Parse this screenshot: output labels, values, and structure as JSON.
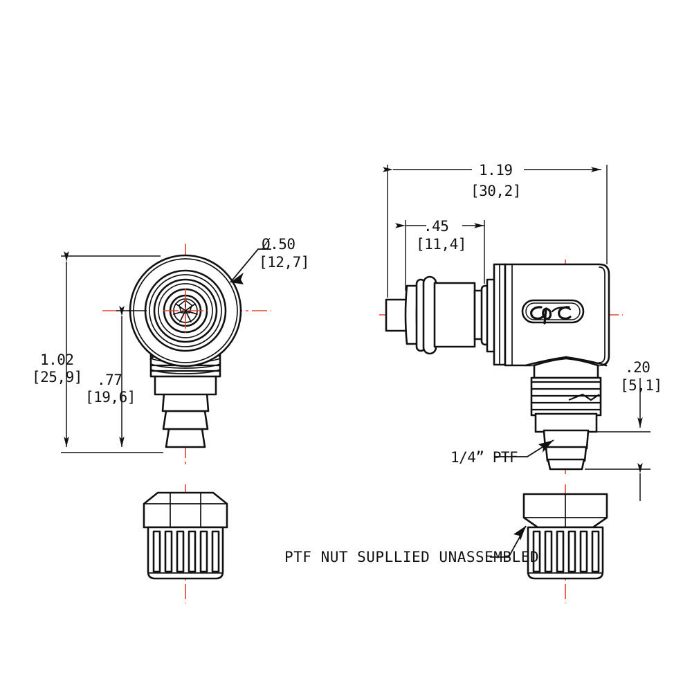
{
  "drawing": {
    "title": "CPC right-angle quick-disconnect coupling insert technical drawing",
    "line_color": "#111111",
    "centerline_color": "#e8402a",
    "background": "#ffffff"
  },
  "dimensions": {
    "overall_height": {
      "inch": "1.02",
      "mm": "[25,9]"
    },
    "body_height": {
      "inch": ".77",
      "mm": "[19,6]"
    },
    "overall_length": {
      "inch": "1.19",
      "mm": "[30,2]"
    },
    "insert_length": {
      "inch": ".45",
      "mm": "[11,4]"
    },
    "barb_height": {
      "inch": ".20",
      "mm": "[5,1]"
    },
    "face_diameter": {
      "inch": "Ø.50",
      "mm": "[12,7]"
    }
  },
  "callouts": {
    "thread_size": "1/4” PTF",
    "nut_note": "PTF NUT SUPLLIED UNASSEMBLED"
  },
  "branding": {
    "logo_text": "cpc"
  },
  "views": {
    "front": "front-end-view",
    "side": "right-side-view",
    "nut_left": "ptf-nut-front-view",
    "nut_right": "ptf-nut-side-view"
  }
}
